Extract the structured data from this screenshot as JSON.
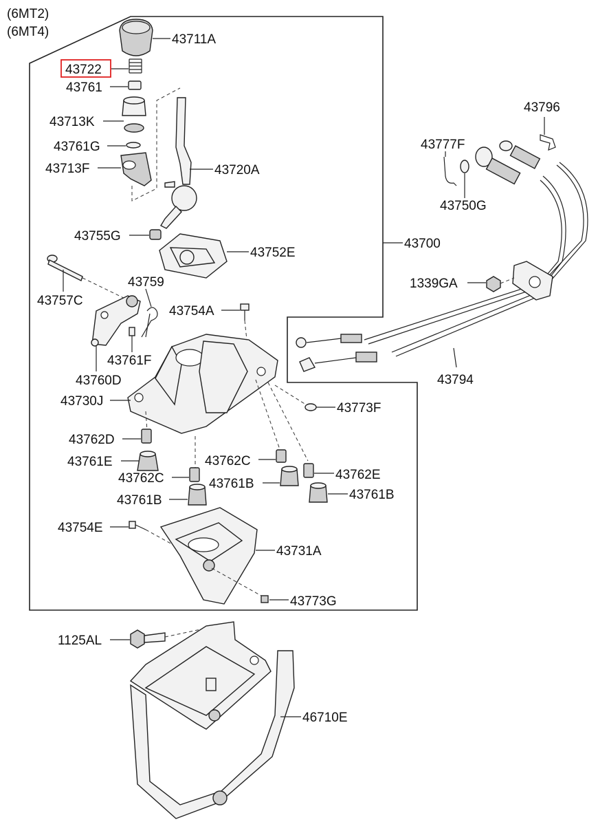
{
  "variants": [
    "(6MT2)",
    "(6MT4)"
  ],
  "highlight_color": "#e02020",
  "labels": {
    "p43711A": "43711A",
    "p43722": "43722",
    "p43761": "43761",
    "p43713K": "43713K",
    "p43761G": "43761G",
    "p43713F": "43713F",
    "p43720A": "43720A",
    "p43755G": "43755G",
    "p43752E": "43752E",
    "p43700": "43700",
    "p43757C": "43757C",
    "p43759": "43759",
    "p43754A": "43754A",
    "p43761F": "43761F",
    "p43760D": "43760D",
    "p43730J": "43730J",
    "p43773F": "43773F",
    "p43762D": "43762D",
    "p43761E": "43761E",
    "p43762C_a": "43762C",
    "p43762C_b": "43762C",
    "p43762E": "43762E",
    "p43761B_a": "43761B",
    "p43761B_b": "43761B",
    "p43761B_c": "43761B",
    "p43754E": "43754E",
    "p43731A": "43731A",
    "p43773G": "43773G",
    "p1125AL": "1125AL",
    "p46710E": "46710E",
    "p43796": "43796",
    "p43777F": "43777F",
    "p43750G": "43750G",
    "p1339GA": "1339GA",
    "p43794": "43794"
  }
}
